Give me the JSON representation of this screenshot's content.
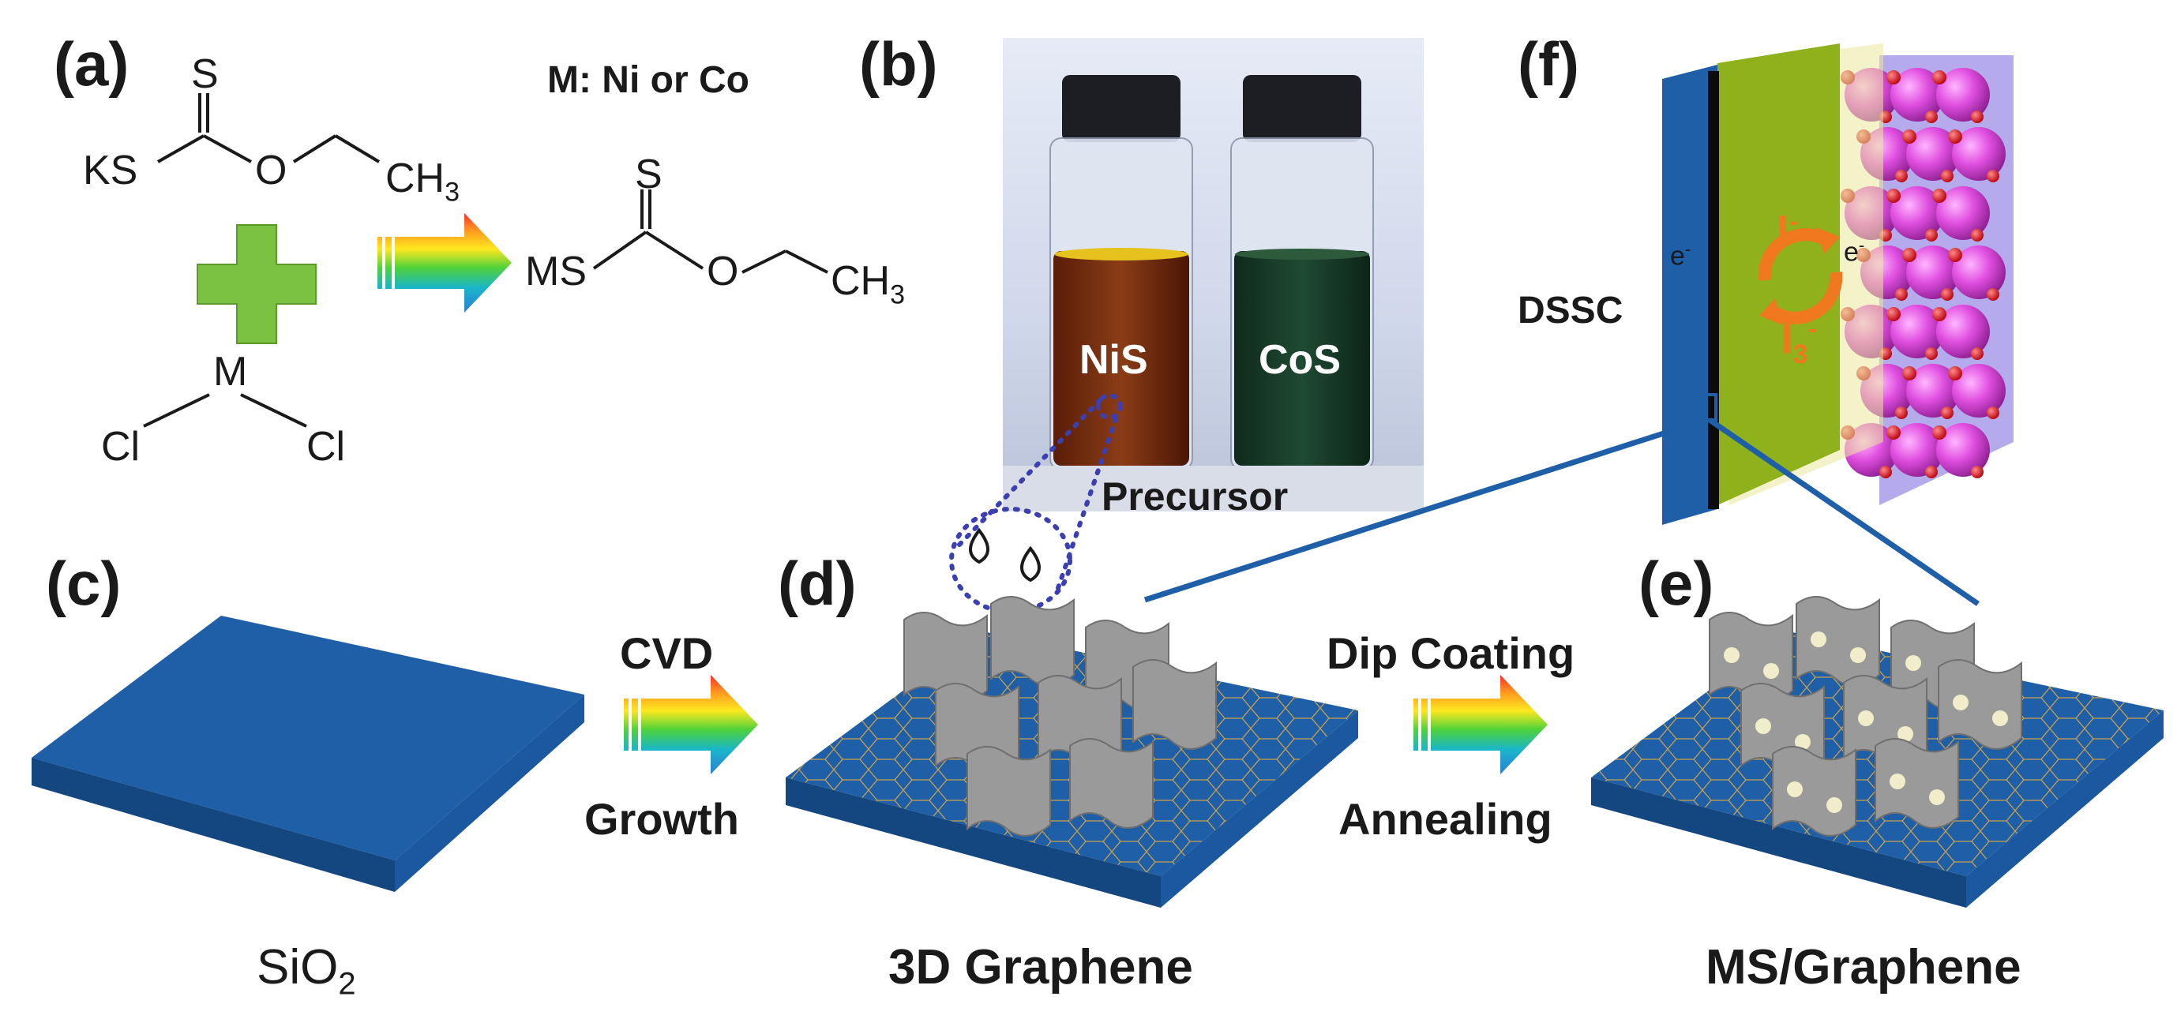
{
  "panels": {
    "a": "(a)",
    "b": "(b)",
    "c": "(c)",
    "d": "(d)",
    "e": "(e)",
    "f": "(f)"
  },
  "reaction": {
    "metal_note": "M: Ni or Co",
    "reactant1": {
      "s": "S",
      "ks": "KS",
      "o": "O",
      "ch3": "CH",
      "sub3": "3"
    },
    "reactant2": {
      "m": "M",
      "cl_left": "Cl",
      "cl_right": "Cl"
    },
    "product": {
      "s": "S",
      "ms": "MS",
      "o": "O",
      "ch3": "CH",
      "sub3": "3"
    }
  },
  "photo": {
    "vial_left": "NiS",
    "vial_right": "CoS",
    "caption": "Precursor"
  },
  "dssc": {
    "label": "DSSC",
    "iodide": "I",
    "iodide_sup": "-",
    "triiodide": "I",
    "triiodide_sub": "3",
    "triiodide_sup": "-",
    "electron_left": "e",
    "electron_right": "e",
    "electron_sup": "-"
  },
  "steps": {
    "cvd": "CVD",
    "growth": "Growth",
    "dip": "Dip Coating",
    "anneal": "Annealing"
  },
  "captions": {
    "sio2_main": "SiO",
    "sio2_sub": "2",
    "graphene3d": "3D Graphene",
    "ms_graphene": "MS/Graphene"
  },
  "colors": {
    "substrate_blue": "#1f5fa8",
    "substrate_edge": "#14477f",
    "sheet_gray": "#9a9a9a",
    "plus_green": "#7bc242",
    "dssc_green": "#8fb11c",
    "sphere_magenta": "#d43fd6",
    "arrow_orange": "#f0781e",
    "dot_blue": "#3b3fb0"
  }
}
